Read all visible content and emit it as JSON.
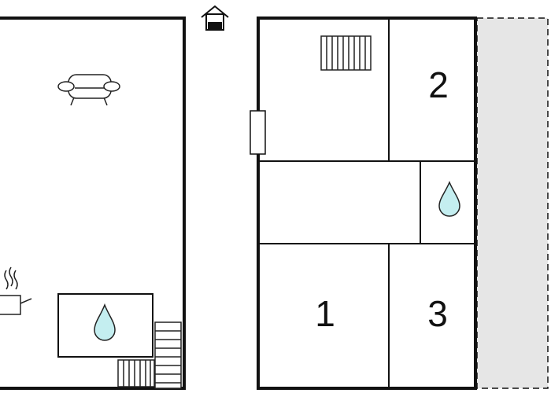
{
  "colors": {
    "wall": "#111111",
    "floor": "#ffffff",
    "terrace": "#e6e6e6",
    "water": "#c4eef0",
    "symbol": "#222222"
  },
  "icons": {
    "entrance": "house-entrance-icon",
    "sofa": "sofa-icon",
    "radiator": "radiator-icon",
    "water": "water-drop-icon",
    "cooking": "steaming-pot-icon",
    "stairs": "stairs-icon"
  },
  "rooms": {
    "bedroom_1": {
      "label": "1"
    },
    "bedroom_2": {
      "label": "2"
    },
    "bedroom_3": {
      "label": "3"
    }
  }
}
